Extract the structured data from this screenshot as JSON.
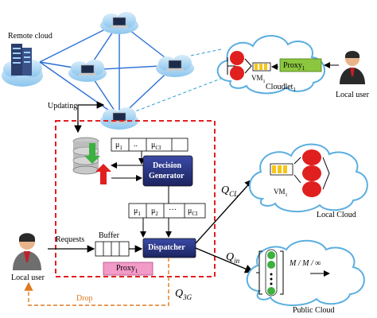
{
  "labels": {
    "remote_cloud": "Remote cloud",
    "local_user_top": "Local user",
    "cloudlet": "Cloudlet",
    "cloudlet_sub": "1",
    "vm_top": "VM",
    "vm_top_sub": "1",
    "proxy_top": "Proxy",
    "proxy_top_sub": "1",
    "updating": "Updating",
    "mu1": "μ",
    "mu1_sub": "1",
    "dots": "..",
    "mucl": "μ",
    "mucl_sub": "CI",
    "decision_generator_line1": "Decision",
    "decision_generator_line2": "Generator",
    "mu_row2_1": "μ",
    "mu_row2_1_sub": "1",
    "mu_row2_2": "μ",
    "mu_row2_2_sub": "2",
    "mu_row2_dots": "···",
    "mu_row2_cl": "μ",
    "mu_row2_cl_sub": "CI",
    "qcl": "Q",
    "qcl_sub": "CL",
    "vm_local": "VM",
    "vm_local_sub": "1",
    "local_cloud": "Local Cloud",
    "requests": "Requests",
    "buffer": "Buffer",
    "dispatcher": "Dispatcher",
    "proxy_bottom": "Proxy",
    "proxy_bottom_sub": "1",
    "qin": "Q",
    "qin_sub": "in",
    "mm_inf": "M / M / ∞",
    "local_user_bottom": "Local user",
    "drop": "Drop",
    "q3g": "Q",
    "q3g_sub": "3G",
    "public_cloud": "Public Cloud"
  },
  "colors": {
    "dashed_box": "#e02020",
    "drop_arrow": "#e07a20",
    "decision_generator": "#2a3580",
    "dispatcher": "#2a3580",
    "proxy_green": "#8cc63f",
    "proxy_pink": "#f29ac8",
    "cloud_fill": "#ffffff",
    "cloud_stroke": "#5aaee0",
    "red_node": "#e0201e",
    "yellow_queue": "#f5c518",
    "green_node": "#3cb040"
  }
}
